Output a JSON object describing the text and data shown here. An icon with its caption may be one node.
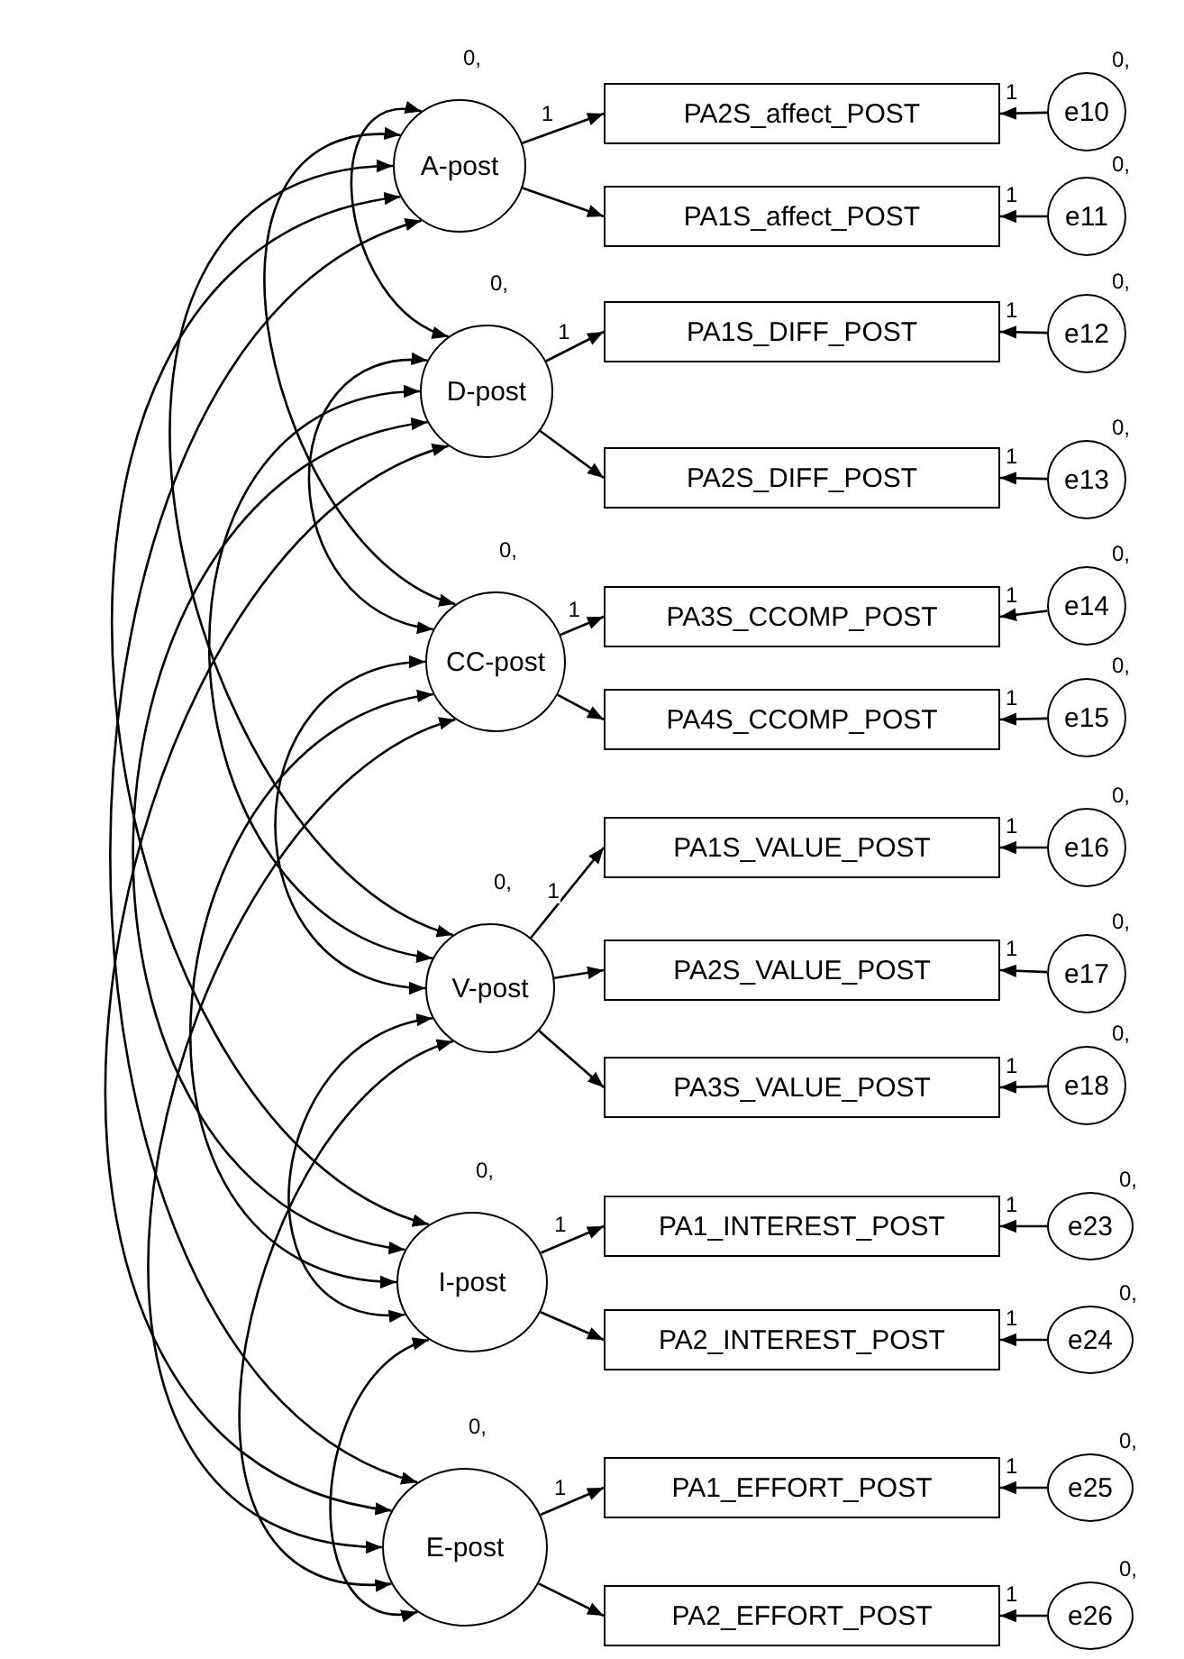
{
  "diagram": {
    "nodes": [
      {
        "text": [
          "A-post"
        ],
        "beside": [
          "0,"
        ]
      },
      {
        "text": [
          "PA2S_affect_POST"
        ]
      },
      {
        "text": [
          "PA1S_affect_POST"
        ]
      },
      {
        "text": [
          "e10"
        ],
        "beside": [
          "0,"
        ]
      },
      {
        "text": [
          "e11"
        ],
        "beside": [
          "0,"
        ]
      },
      {
        "text": [
          "D-post"
        ],
        "beside": [
          "0,"
        ]
      },
      {
        "text": [
          "PA1S_DIFF_POST"
        ]
      },
      {
        "text": [
          "PA2S_DIFF_POST"
        ]
      },
      {
        "text": [
          "e12"
        ],
        "beside": [
          "0,"
        ]
      },
      {
        "text": [
          "e13"
        ],
        "beside": [
          "0,"
        ]
      },
      {
        "text": [
          "CC-post"
        ],
        "beside": [
          "0,"
        ]
      },
      {
        "text": [
          "PA3S_CCOMP_POST"
        ]
      },
      {
        "text": [
          "PA4S_CCOMP_POST"
        ]
      },
      {
        "text": [
          "e14"
        ],
        "beside": [
          "0,"
        ]
      },
      {
        "text": [
          "e15"
        ],
        "beside": [
          "0,"
        ]
      },
      {
        "text": [
          "V-post"
        ],
        "beside": [
          "0,"
        ]
      },
      {
        "text": [
          "PA1S_VALUE_POST"
        ]
      },
      {
        "text": [
          "PA2S_VALUE_POST"
        ]
      },
      {
        "text": [
          "PA3S_VALUE_POST"
        ]
      },
      {
        "text": [
          "e16"
        ],
        "beside": [
          "0,"
        ]
      },
      {
        "text": [
          "e17"
        ],
        "beside": [
          "0,"
        ]
      },
      {
        "text": [
          "e18"
        ],
        "beside": [
          "0,"
        ]
      },
      {
        "text": [
          "I-post"
        ],
        "beside": [
          "0,"
        ]
      },
      {
        "text": [
          "PA1_INTEREST_POST"
        ]
      },
      {
        "text": [
          "PA2_INTEREST_POST"
        ]
      },
      {
        "text": [
          "e23"
        ],
        "beside": [
          "0,"
        ]
      },
      {
        "text": [
          "e24"
        ],
        "beside": [
          "0,"
        ]
      },
      {
        "text": [
          "E-post"
        ],
        "beside": [
          "0,"
        ]
      },
      {
        "text": [
          "PA1_EFFORT_POST"
        ]
      },
      {
        "text": [
          "PA2_EFFORT_POST"
        ]
      },
      {
        "text": [
          "e25"
        ],
        "beside": [
          "0,"
        ]
      },
      {
        "text": [
          "e26"
        ],
        "beside": [
          "0,"
        ]
      }
    ],
    "edges": [
      {
        "from": 0,
        "to": 1,
        "arrow": "to",
        "label": "1"
      },
      {
        "from": 0,
        "to": 2,
        "arrow": "to"
      },
      {
        "from": 3,
        "to": 1,
        "arrow": "to",
        "label": "1"
      },
      {
        "from": 4,
        "to": 2,
        "arrow": "to",
        "label": "1"
      },
      {
        "from": 5,
        "to": 6,
        "arrow": "to",
        "label": "1"
      },
      {
        "from": 5,
        "to": 7,
        "arrow": "to"
      },
      {
        "from": 8,
        "to": 6,
        "arrow": "to",
        "label": "1"
      },
      {
        "from": 9,
        "to": 7,
        "arrow": "to",
        "label": "1"
      },
      {
        "from": 10,
        "to": 11,
        "arrow": "to",
        "label": "1"
      },
      {
        "from": 10,
        "to": 12,
        "arrow": "to"
      },
      {
        "from": 13,
        "to": 11,
        "arrow": "to",
        "label": "1"
      },
      {
        "from": 14,
        "to": 12,
        "arrow": "to",
        "label": "1"
      },
      {
        "from": 15,
        "to": 16,
        "arrow": "to",
        "label": "1"
      },
      {
        "from": 15,
        "to": 17,
        "arrow": "to"
      },
      {
        "from": 15,
        "to": 18,
        "arrow": "to"
      },
      {
        "from": 19,
        "to": 16,
        "arrow": "to",
        "label": "1"
      },
      {
        "from": 20,
        "to": 17,
        "arrow": "to",
        "label": "1"
      },
      {
        "from": 21,
        "to": 18,
        "arrow": "to",
        "label": "1"
      },
      {
        "from": 22,
        "to": 23,
        "arrow": "to",
        "label": "1"
      },
      {
        "from": 22,
        "to": 24,
        "arrow": "to"
      },
      {
        "from": 25,
        "to": 23,
        "arrow": "to",
        "label": "1"
      },
      {
        "from": 26,
        "to": 24,
        "arrow": "to",
        "label": "1"
      },
      {
        "from": 27,
        "to": 28,
        "arrow": "to",
        "label": "1"
      },
      {
        "from": 27,
        "to": 29,
        "arrow": "to"
      },
      {
        "from": 30,
        "to": 28,
        "arrow": "to",
        "label": "1"
      },
      {
        "from": 31,
        "to": 29,
        "arrow": "to",
        "label": "1"
      },
      {
        "from": 0,
        "to": 5,
        "arrow": "both"
      },
      {
        "from": 0,
        "to": 10,
        "arrow": "both"
      },
      {
        "from": 0,
        "to": 15,
        "arrow": "both"
      },
      {
        "from": 0,
        "to": 22,
        "arrow": "both"
      },
      {
        "from": 0,
        "to": 27,
        "arrow": "both"
      },
      {
        "from": 5,
        "to": 10,
        "arrow": "both"
      },
      {
        "from": 5,
        "to": 15,
        "arrow": "both"
      },
      {
        "from": 5,
        "to": 22,
        "arrow": "both"
      },
      {
        "from": 5,
        "to": 27,
        "arrow": "both"
      },
      {
        "from": 10,
        "to": 15,
        "arrow": "both"
      },
      {
        "from": 10,
        "to": 22,
        "arrow": "both"
      },
      {
        "from": 10,
        "to": 27,
        "arrow": "both"
      },
      {
        "from": 15,
        "to": 22,
        "arrow": "both"
      },
      {
        "from": 15,
        "to": 27,
        "arrow": "both"
      },
      {
        "from": 22,
        "to": 27,
        "arrow": "both"
      }
    ]
  }
}
